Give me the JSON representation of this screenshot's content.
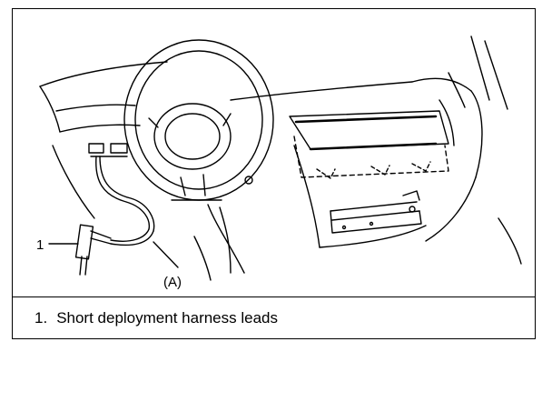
{
  "figure": {
    "callout_1": "1",
    "callout_a": "(A)",
    "caption_number": "1.",
    "caption_text": "Short deployment harness leads"
  },
  "icons": [
    "steering-wheel-icon",
    "airbag-module-icon",
    "harness-connector-icon"
  ]
}
